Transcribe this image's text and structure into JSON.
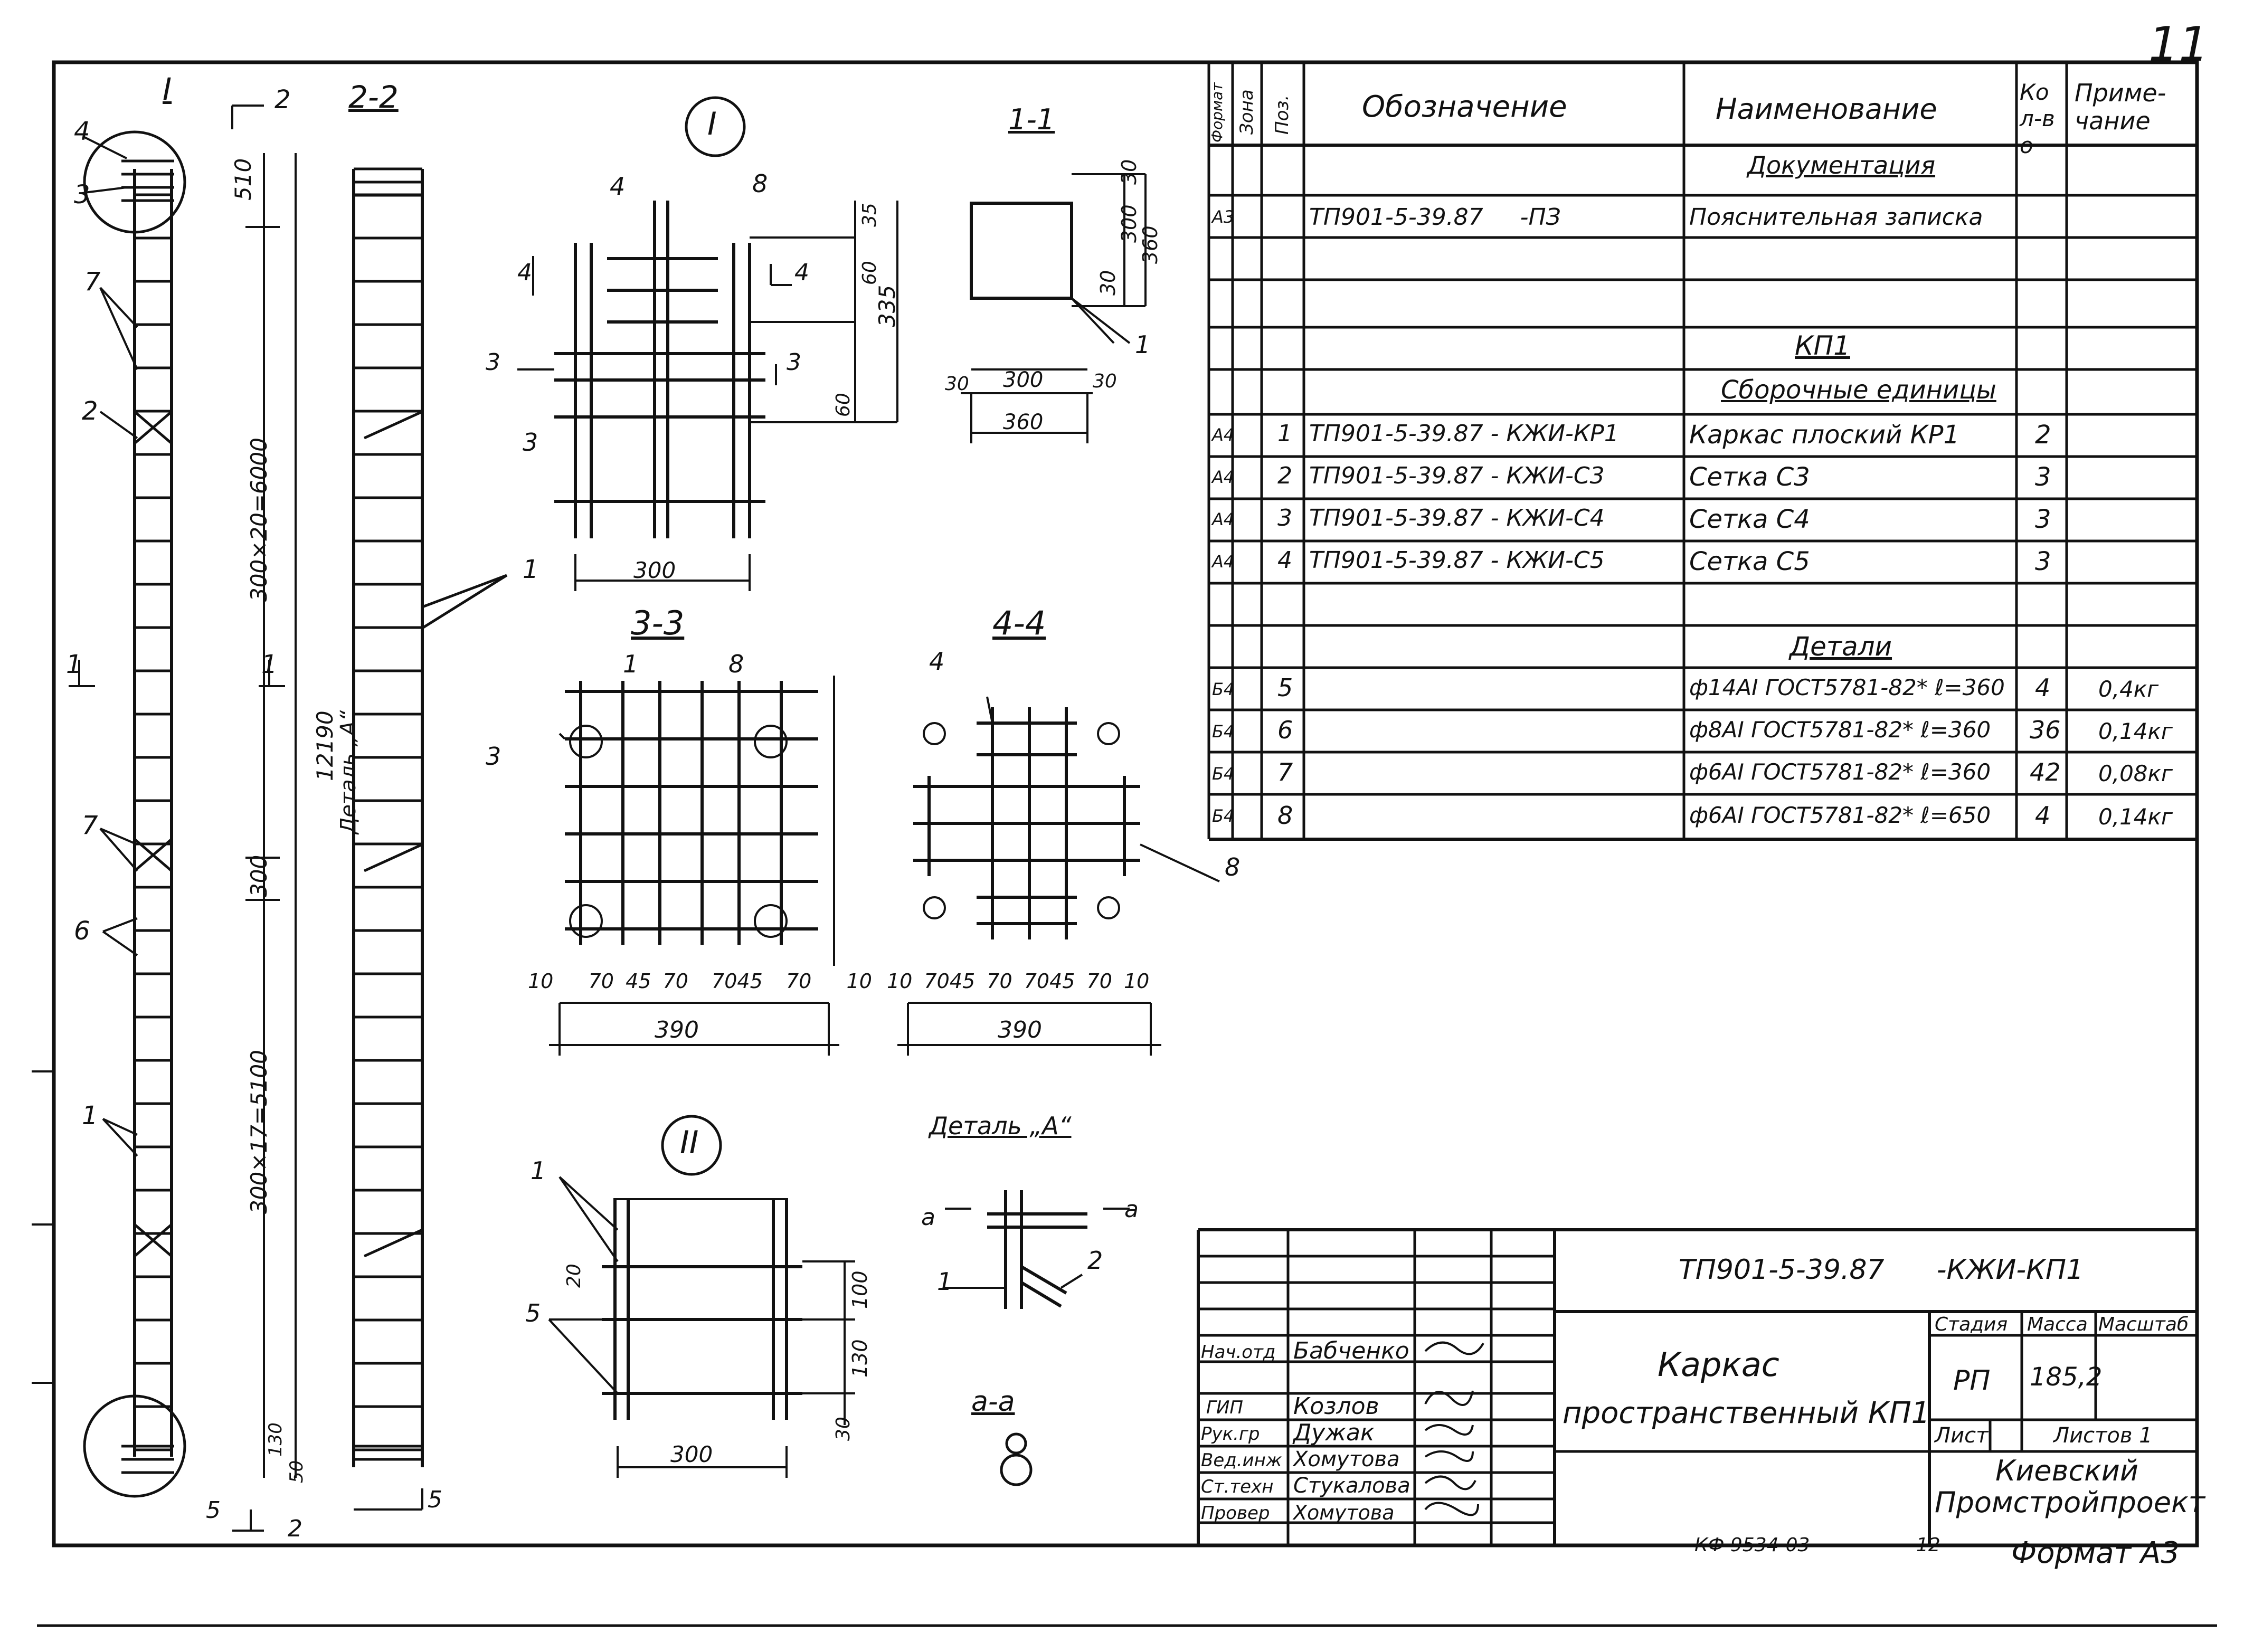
{
  "sheet_number": "11",
  "bottom_code": "КФ 9534-03",
  "bottom_num": "12",
  "format_label": "Формат А3",
  "spec": {
    "headers": {
      "format": "Формат",
      "zone": "Зона",
      "pos": "Поз.",
      "designation": "Обозначение",
      "name": "Наименование",
      "qty": "Кол-во",
      "note": "Приме-чание"
    },
    "section_docs": "Документация",
    "doc_row": {
      "format": "А3",
      "designation": "ТП901-5-39.87     -ПЗ",
      "name": "Пояснительная записка"
    },
    "section_kp1": "КП1",
    "section_assembly": "Сборочные единицы",
    "assembly_rows": [
      {
        "format": "А4",
        "pos": "1",
        "designation": "ТП901-5-39.87 - КЖИ-КР1",
        "name": "Каркас плоский КР1",
        "qty": "2"
      },
      {
        "format": "А4",
        "pos": "2",
        "designation": "ТП901-5-39.87 - КЖИ-С3",
        "name": "Сетка С3",
        "qty": "3"
      },
      {
        "format": "А4",
        "pos": "3",
        "designation": "ТП901-5-39.87 - КЖИ-С4",
        "name": "Сетка С4",
        "qty": "3"
      },
      {
        "format": "А4",
        "pos": "4",
        "designation": "ТП901-5-39.87 - КЖИ-С5",
        "name": "Сетка С5",
        "qty": "3"
      }
    ],
    "section_details": "Детали",
    "detail_rows": [
      {
        "format": "Б4",
        "pos": "5",
        "name": "ф14АI ГОСТ5781-82* ℓ=360",
        "qty": "4",
        "note": "0,4кг"
      },
      {
        "format": "Б4",
        "pos": "6",
        "name": "ф8АI ГОСТ5781-82* ℓ=360",
        "qty": "36",
        "note": "0,14кг"
      },
      {
        "format": "Б4",
        "pos": "7",
        "name": "ф6АI ГОСТ5781-82* ℓ=360",
        "qty": "42",
        "note": "0,08кг"
      },
      {
        "format": "Б4",
        "pos": "8",
        "name": "ф6АI ГОСТ5781-82* ℓ=650",
        "qty": "4",
        "note": "0,14кг"
      }
    ]
  },
  "title_block": {
    "doc_code": "ТП901-5-39.87      -КЖИ-КП1",
    "title_line1": "Каркас",
    "title_line2": "пространственный КП1",
    "stage_label": "Стадия",
    "mass_label": "Масса",
    "scale_label": "Масштаб",
    "stage": "РП",
    "mass": "185,2",
    "sheet_label": "Лист",
    "sheets_label": "Листов 1",
    "org_line1": "Киевский",
    "org_line2": "Промстройпроект",
    "roles": [
      {
        "role": "Нач.отд",
        "name": "Бабченко"
      },
      {
        "role": "ГИП",
        "name": "Козлов"
      },
      {
        "role": "Рук.гр",
        "name": "Дужак"
      },
      {
        "role": "Вед.инж",
        "name": "Хомутова"
      },
      {
        "role": "Ст.техн",
        "name": "Стукалова"
      },
      {
        "role": "Провер",
        "name": "Хомутова"
      }
    ]
  },
  "drawing_labels": {
    "view_I": "I",
    "view_II": "II",
    "sec_22": "2-2",
    "sec_11": "1-1",
    "sec_33": "3-3",
    "sec_44": "4-4",
    "detail_A": "Деталь „А“",
    "sec_aa": "а-а",
    "dim_510": "510",
    "dim_300x20": "300×20=6000",
    "dim_12190": "12190",
    "dim_300": "300",
    "dim_300x17": "300×17=5100",
    "dim_130": "130",
    "dim_50": "50",
    "dim_335": "335",
    "dim_35": "35",
    "dim_60": "60",
    "dim_360": "360",
    "dim_30": "30",
    "dim_390": "390",
    "dim_10": "10",
    "dim_70": "70",
    "dim_45": "45",
    "dim_20": "20",
    "dim_100": "100",
    "dim_5": "5",
    "detail_A_ref": "Деталь „А“",
    "cut_1": "1",
    "cut_2": "2",
    "cut_4": "4",
    "cut_3": "3",
    "cut_a": "а"
  }
}
